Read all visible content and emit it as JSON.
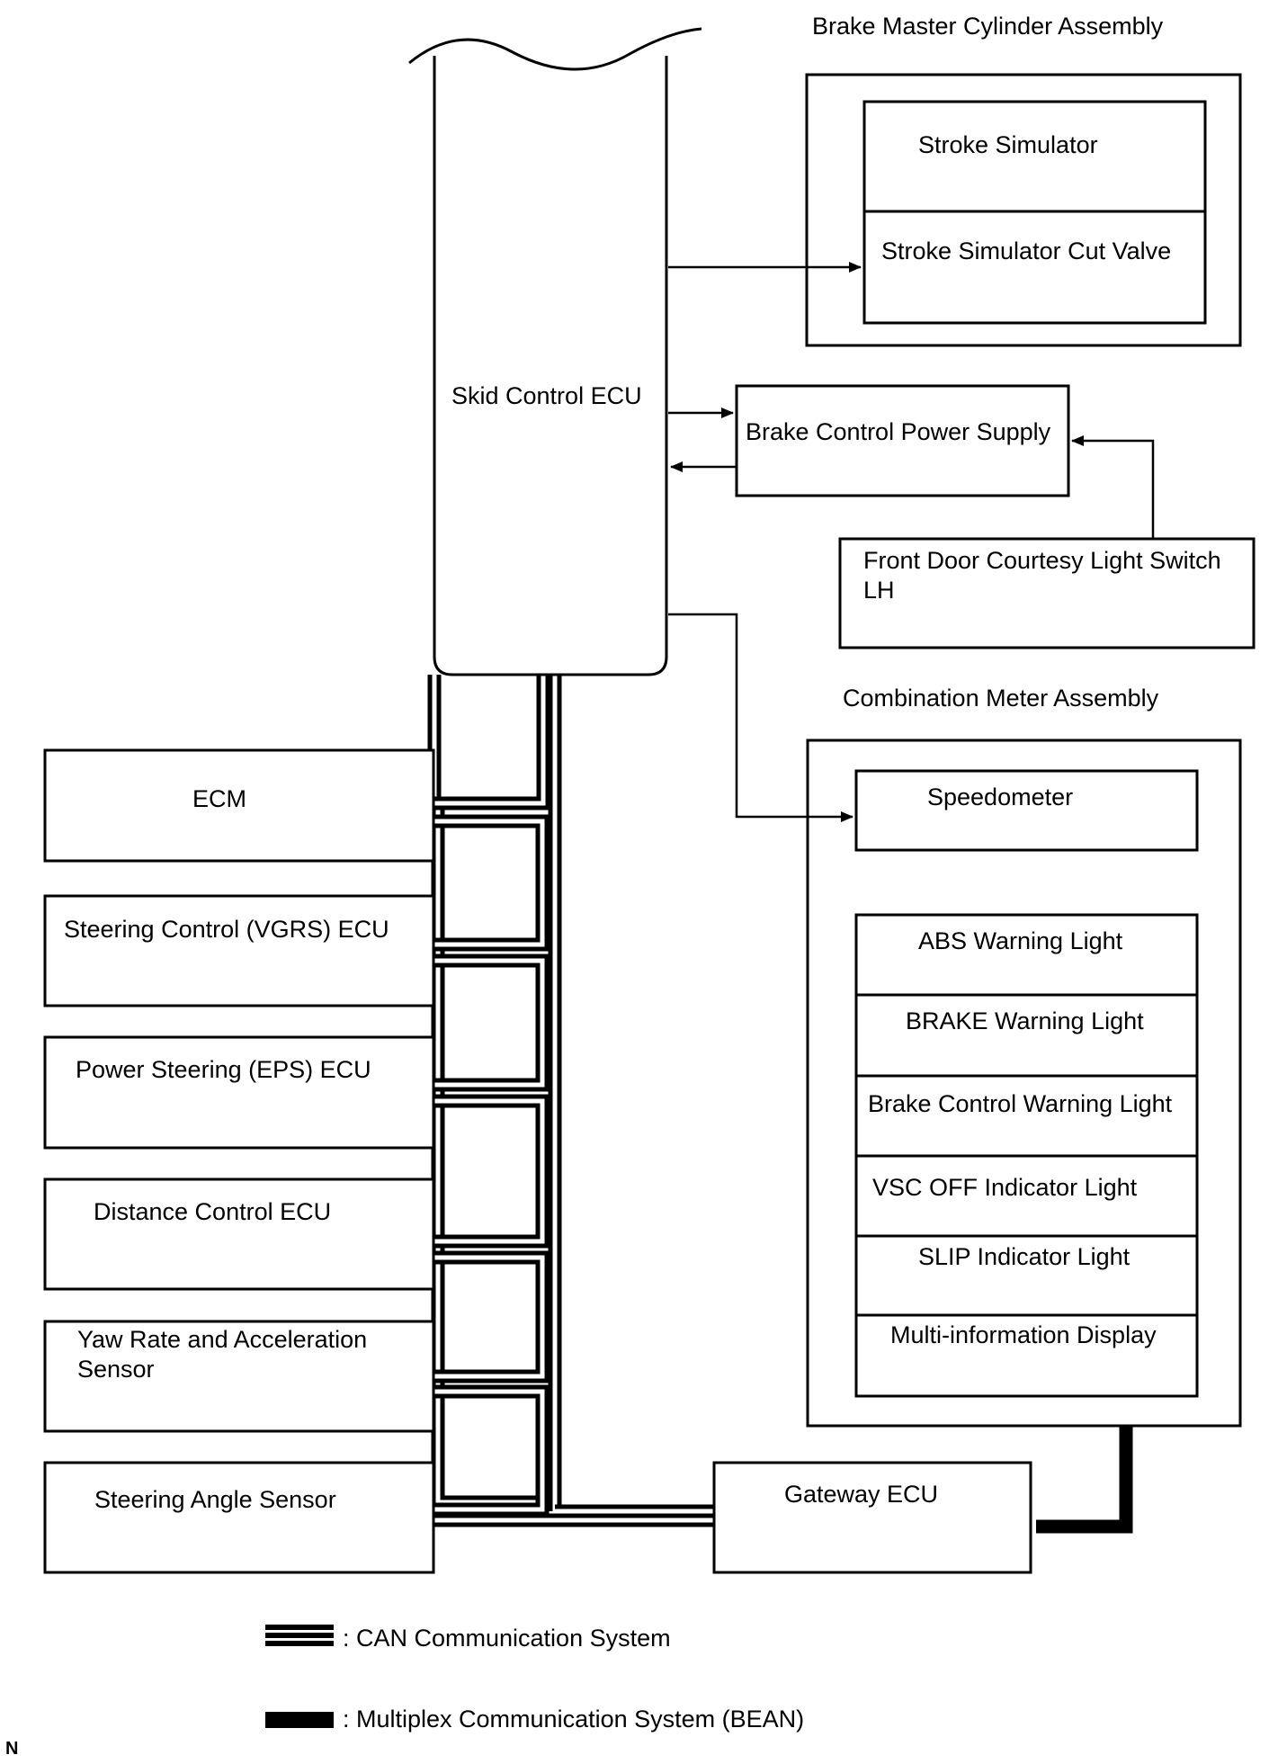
{
  "labels": {
    "brake_master_cylinder_assembly": "Brake Master Cylinder Assembly",
    "stroke_simulator": "Stroke Simulator",
    "stroke_simulator_cut_valve": "Stroke Simulator Cut Valve",
    "skid_control_ecu": "Skid Control ECU",
    "brake_control_power_supply": "Brake Control Power Supply",
    "front_door_switch_line1": "Front Door Courtesy Light Switch",
    "front_door_switch_line2": "LH",
    "combination_meter_assembly": "Combination Meter Assembly",
    "speedometer": "Speedometer",
    "abs_warning_light": "ABS Warning Light",
    "brake_warning_light": "BRAKE Warning Light",
    "brake_control_warning_light": "Brake Control Warning Light",
    "vsc_off_indicator": "VSC OFF Indicator Light",
    "slip_indicator": "SLIP Indicator Light",
    "multi_information_display": "Multi-information Display",
    "ecm": "ECM",
    "steering_control_ecu": "Steering Control (VGRS) ECU",
    "power_steering_ecu": "Power Steering (EPS) ECU",
    "distance_control_ecu": "Distance Control ECU",
    "yaw_rate_line1": "Yaw Rate and Acceleration",
    "yaw_rate_line2": "Sensor",
    "steering_angle_sensor": "Steering Angle Sensor",
    "gateway_ecu": "Gateway ECU"
  },
  "legend": {
    "can": ": CAN Communication System",
    "bean": ": Multiplex Communication System (BEAN)"
  },
  "corner_mark": "N"
}
